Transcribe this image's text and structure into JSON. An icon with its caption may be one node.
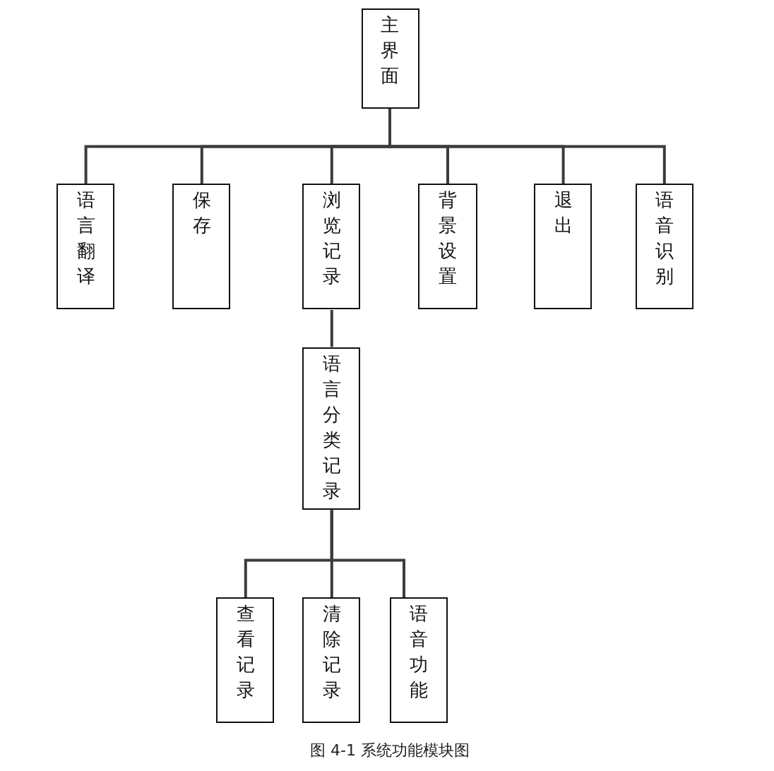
{
  "diagram": {
    "caption": "图 4-1 系统功能模块图",
    "nodes": [
      {
        "text": [
          "主界面"
        ]
      },
      {
        "text": [
          "语言翻译"
        ]
      },
      {
        "text": [
          "保存"
        ]
      },
      {
        "text": [
          "浏览记录"
        ]
      },
      {
        "text": [
          "背景设置"
        ]
      },
      {
        "text": [
          "退出"
        ]
      },
      {
        "text": [
          "语音识别"
        ]
      },
      {
        "text": [
          "语言分类记录"
        ]
      },
      {
        "text": [
          "查看记录"
        ]
      },
      {
        "text": [
          "清除记录"
        ]
      },
      {
        "text": [
          "语音功能"
        ]
      }
    ],
    "edges": [
      {
        "from": 0,
        "to": 1,
        "arrow": "none"
      },
      {
        "from": 0,
        "to": 2,
        "arrow": "none"
      },
      {
        "from": 0,
        "to": 3,
        "arrow": "none"
      },
      {
        "from": 0,
        "to": 4,
        "arrow": "none"
      },
      {
        "from": 0,
        "to": 5,
        "arrow": "none"
      },
      {
        "from": 0,
        "to": 6,
        "arrow": "none"
      },
      {
        "from": 3,
        "to": 7,
        "arrow": "none"
      },
      {
        "from": 7,
        "to": 8,
        "arrow": "none"
      },
      {
        "from": 7,
        "to": 9,
        "arrow": "none"
      },
      {
        "from": 7,
        "to": 10,
        "arrow": "none"
      }
    ]
  }
}
